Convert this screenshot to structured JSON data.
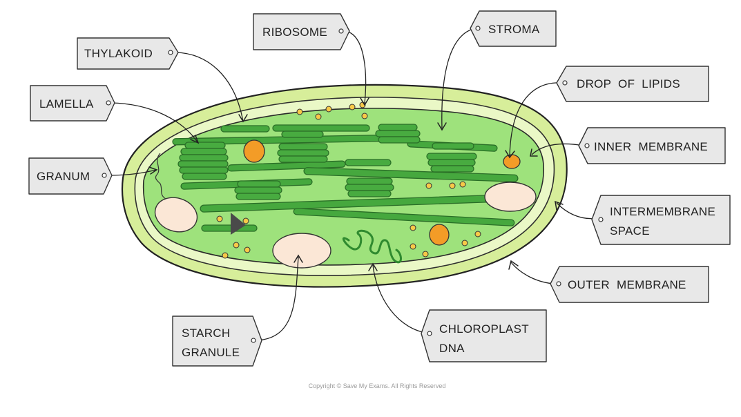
{
  "labels": {
    "thylakoid": "THYLAKOID",
    "ribosome": "RIBOSOME",
    "stroma": "STROMA",
    "drop_of_lipids": "DROP  OF  LIPIDS",
    "lamella": "LAMELLA",
    "inner_membrane": "INNER  MEMBRANE",
    "granum": "GRANUM",
    "intermembrane_space": [
      "INTERMEMBRANE",
      "SPACE"
    ],
    "outer_membrane": "OUTER  MEMBRANE",
    "starch_granule": [
      "STARCH",
      "GRANULE"
    ],
    "chloroplast_dna": [
      "CHLOROPLAST",
      "DNA"
    ]
  },
  "copyright": "Copyright © Save My Exams. All Rights Reserved",
  "colors": {
    "outer_membrane": "#d7ee9a",
    "intermembrane": "#e9f7c3",
    "stroma": "#9ee27c",
    "thylakoid": "#43a43c",
    "thylakoid_dark": "#2b7a2a",
    "lipid": "#f39c27",
    "ribosome": "#f7c948",
    "starch": "#fbe7d6",
    "dna": "#2f8a2f",
    "tag_fill": "#e8e8e8",
    "tag_stroke": "#333333"
  }
}
